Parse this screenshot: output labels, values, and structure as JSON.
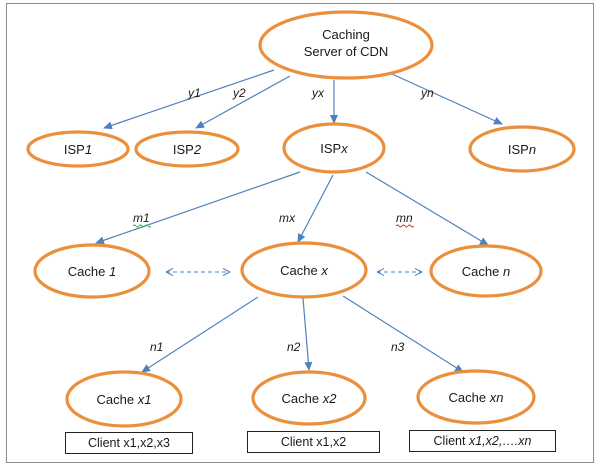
{
  "nodes": {
    "cdn": {
      "line1": "Caching",
      "line2": "Server of CDN"
    },
    "isp1": {
      "prefix": "ISP",
      "suffix": "1"
    },
    "isp2": {
      "prefix": "ISP",
      "suffix": "2"
    },
    "ispx": {
      "prefix": "ISP",
      "suffix": "x"
    },
    "ispn": {
      "prefix": "ISP",
      "suffix": "n"
    },
    "cache1": {
      "prefix": "Cache ",
      "suffix": "1"
    },
    "cachex": {
      "prefix": "Cache ",
      "suffix": "x"
    },
    "cachen": {
      "prefix": "Cache ",
      "suffix": "n"
    },
    "cachex1": {
      "prefix": "Cache ",
      "suffix": "x1"
    },
    "cachex2": {
      "prefix": "Cache ",
      "suffix": "x2"
    },
    "cachexn": {
      "prefix": "Cache ",
      "suffix": "xn"
    }
  },
  "edges": {
    "y1": "y1",
    "y2": "y2",
    "yx": "yx",
    "yn": "yn",
    "m1": "m1",
    "mx": "mx",
    "mn": "mn",
    "n1": "n1",
    "n2": "n2",
    "n3": "n3"
  },
  "clients": {
    "c1": {
      "prefix": "Client x1,x2,x3",
      "italic": ""
    },
    "c2": {
      "prefix": "Client x1,x2",
      "italic": ""
    },
    "c3": {
      "prefix": "Client ",
      "italic": "x1,x2,….xn"
    }
  },
  "colors": {
    "node_border": "#ec8f3c",
    "arrow": "#4f81bd"
  }
}
